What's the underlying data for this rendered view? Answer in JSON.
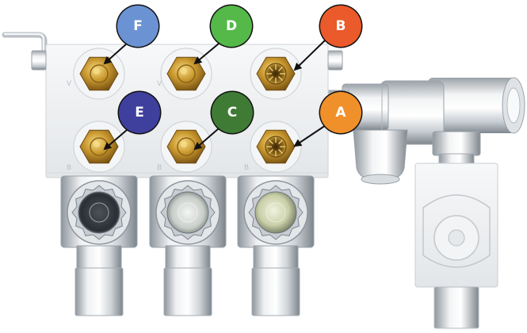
{
  "colors": {
    "callout_A": "#f0902a",
    "callout_B": "#ea5a2a",
    "callout_C": "#3f7b34",
    "callout_D": "#54b948",
    "callout_E": "#3f3f9e",
    "callout_F": "#6b93d4",
    "manifold_body": "#eef0f2",
    "brass": "#c9982e",
    "leader_line": "#111111"
  },
  "callouts": {
    "A": {
      "label": "A",
      "port": "bottom-right brass fitting"
    },
    "B": {
      "label": "B",
      "port": "top-right brass fitting"
    },
    "C": {
      "label": "C",
      "port": "bottom-middle brass fitting"
    },
    "D": {
      "label": "D",
      "port": "top-middle brass fitting"
    },
    "E": {
      "label": "E",
      "port": "bottom-left brass fitting"
    },
    "F": {
      "label": "F",
      "port": "top-left brass fitting"
    }
  },
  "icons": [
    "hex-fitting-icon",
    "spline-coupling-icon",
    "elbow-fitting-icon",
    "arrow-leader-icon"
  ]
}
